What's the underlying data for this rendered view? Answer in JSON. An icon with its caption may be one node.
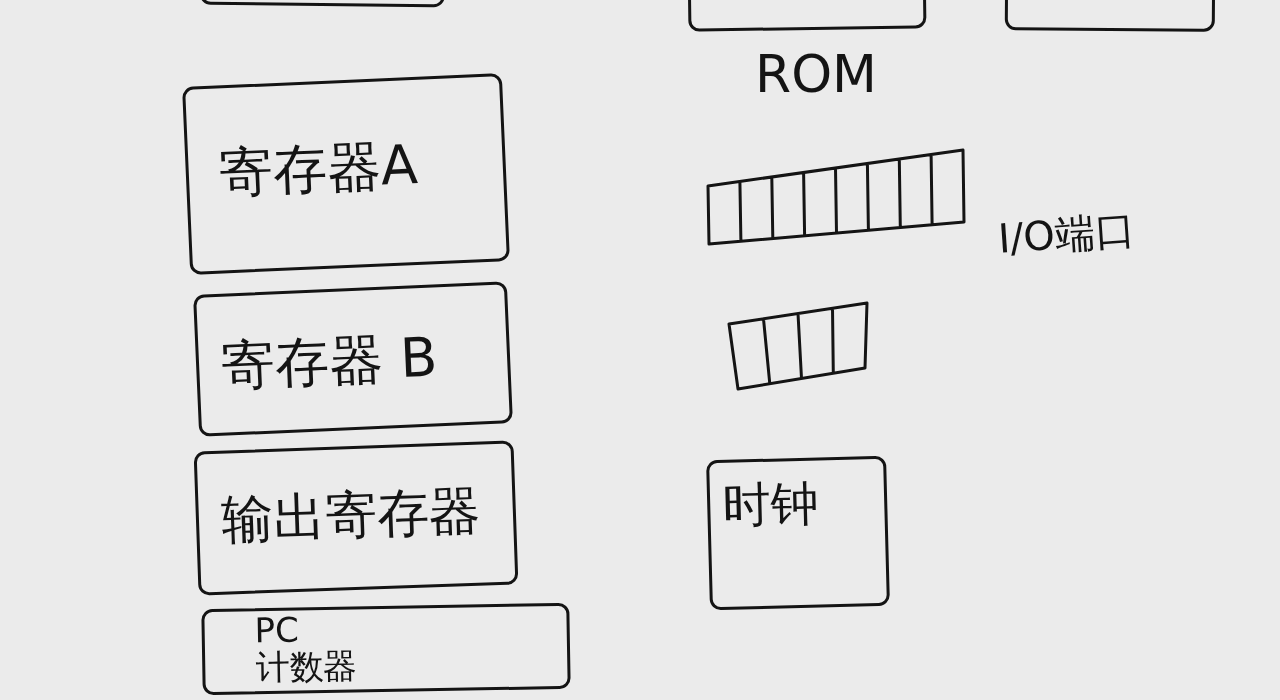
{
  "diagram": {
    "nodes": [
      {
        "text": [],
        "shape": "box"
      },
      {
        "text": [],
        "shape": "box"
      },
      {
        "text": [],
        "shape": "box"
      },
      {
        "text": [
          "寄存器A"
        ]
      },
      {
        "text": [
          "ROM"
        ]
      },
      {
        "text": [
          "寄存器 B"
        ]
      },
      {
        "text": [],
        "shape": "bar"
      },
      {
        "text": [
          "输出寄存器"
        ]
      },
      {
        "text": [
          "时钟"
        ]
      },
      {
        "text": [
          "PC 计数器"
        ]
      }
    ],
    "labels": [
      "I/O端口"
    ]
  }
}
